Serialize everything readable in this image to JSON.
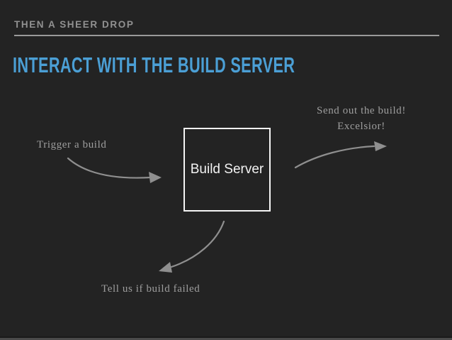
{
  "slide": {
    "kicker": "THEN A SHEER DROP",
    "title": "INTERACT WITH THE BUILD SERVER"
  },
  "diagram": {
    "node_label": "Build Server",
    "annotations": {
      "trigger": "Trigger a build",
      "send_line1": "Send out the build!",
      "send_line2": "Excelsior!",
      "fail": "Tell us if build failed"
    },
    "arrows": [
      {
        "name": "trigger-arrow",
        "from": "Trigger a build",
        "to": "Build Server"
      },
      {
        "name": "send-arrow",
        "from": "Build Server",
        "to": "Send out the build! Excelsior!"
      },
      {
        "name": "fail-arrow",
        "from": "Build Server",
        "to": "Tell us if build failed"
      }
    ]
  },
  "colors": {
    "background": "#232323",
    "accent_blue": "#4b9fd5",
    "muted_gray": "#9e9e9e",
    "arrow_gray": "#8f8f8f",
    "box_white": "#f2f2f2"
  }
}
